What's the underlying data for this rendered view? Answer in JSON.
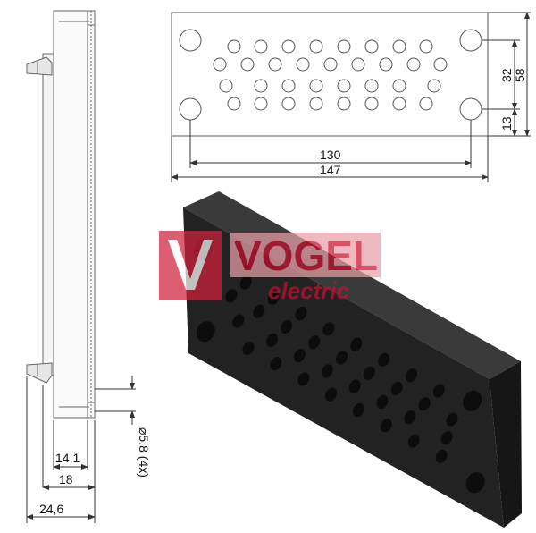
{
  "dimensions": {
    "hole_spacing": "130",
    "total_length": "147",
    "hole_offset_height": "32",
    "total_height": "58",
    "edge_offset": "13",
    "thickness_a": "14,1",
    "thickness_b": "18",
    "thickness_c": "24,6",
    "hole_diameter": "⌀5,8 (4x)"
  },
  "watermark": {
    "brand": "VOGEL",
    "sub": "electric",
    "color": "#c8102e"
  },
  "colors": {
    "line": "#555555",
    "body": "#1e1e1e",
    "body_top": "#2a2a2a"
  }
}
